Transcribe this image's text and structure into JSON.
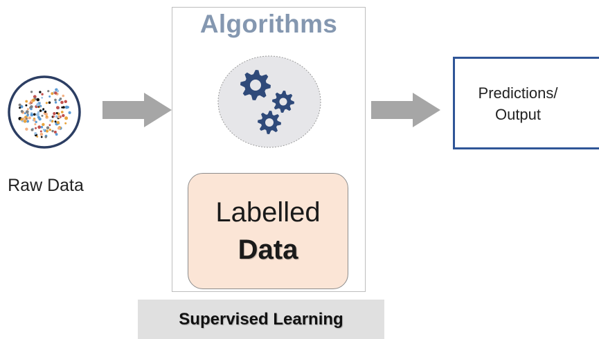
{
  "raw_data": {
    "label": "Raw Data",
    "icon": "scattered-data-points-icon"
  },
  "algorithms": {
    "title": "Algorithms",
    "icon": "gears-icon"
  },
  "labelled_data": {
    "line1": "Labelled",
    "line2": "Data"
  },
  "output": {
    "line1": "Predictions/",
    "line2": "Output"
  },
  "footer": {
    "label": "Supervised Learning"
  },
  "colors": {
    "title_text": "#8497b0",
    "gear": "#2f4a7a",
    "arrow": "#a6a6a6",
    "output_border": "#2f5597",
    "labelled_fill": "#fbe5d6",
    "footer_fill": "#e0e0e0",
    "ellipse_fill": "#e6e6e9"
  }
}
